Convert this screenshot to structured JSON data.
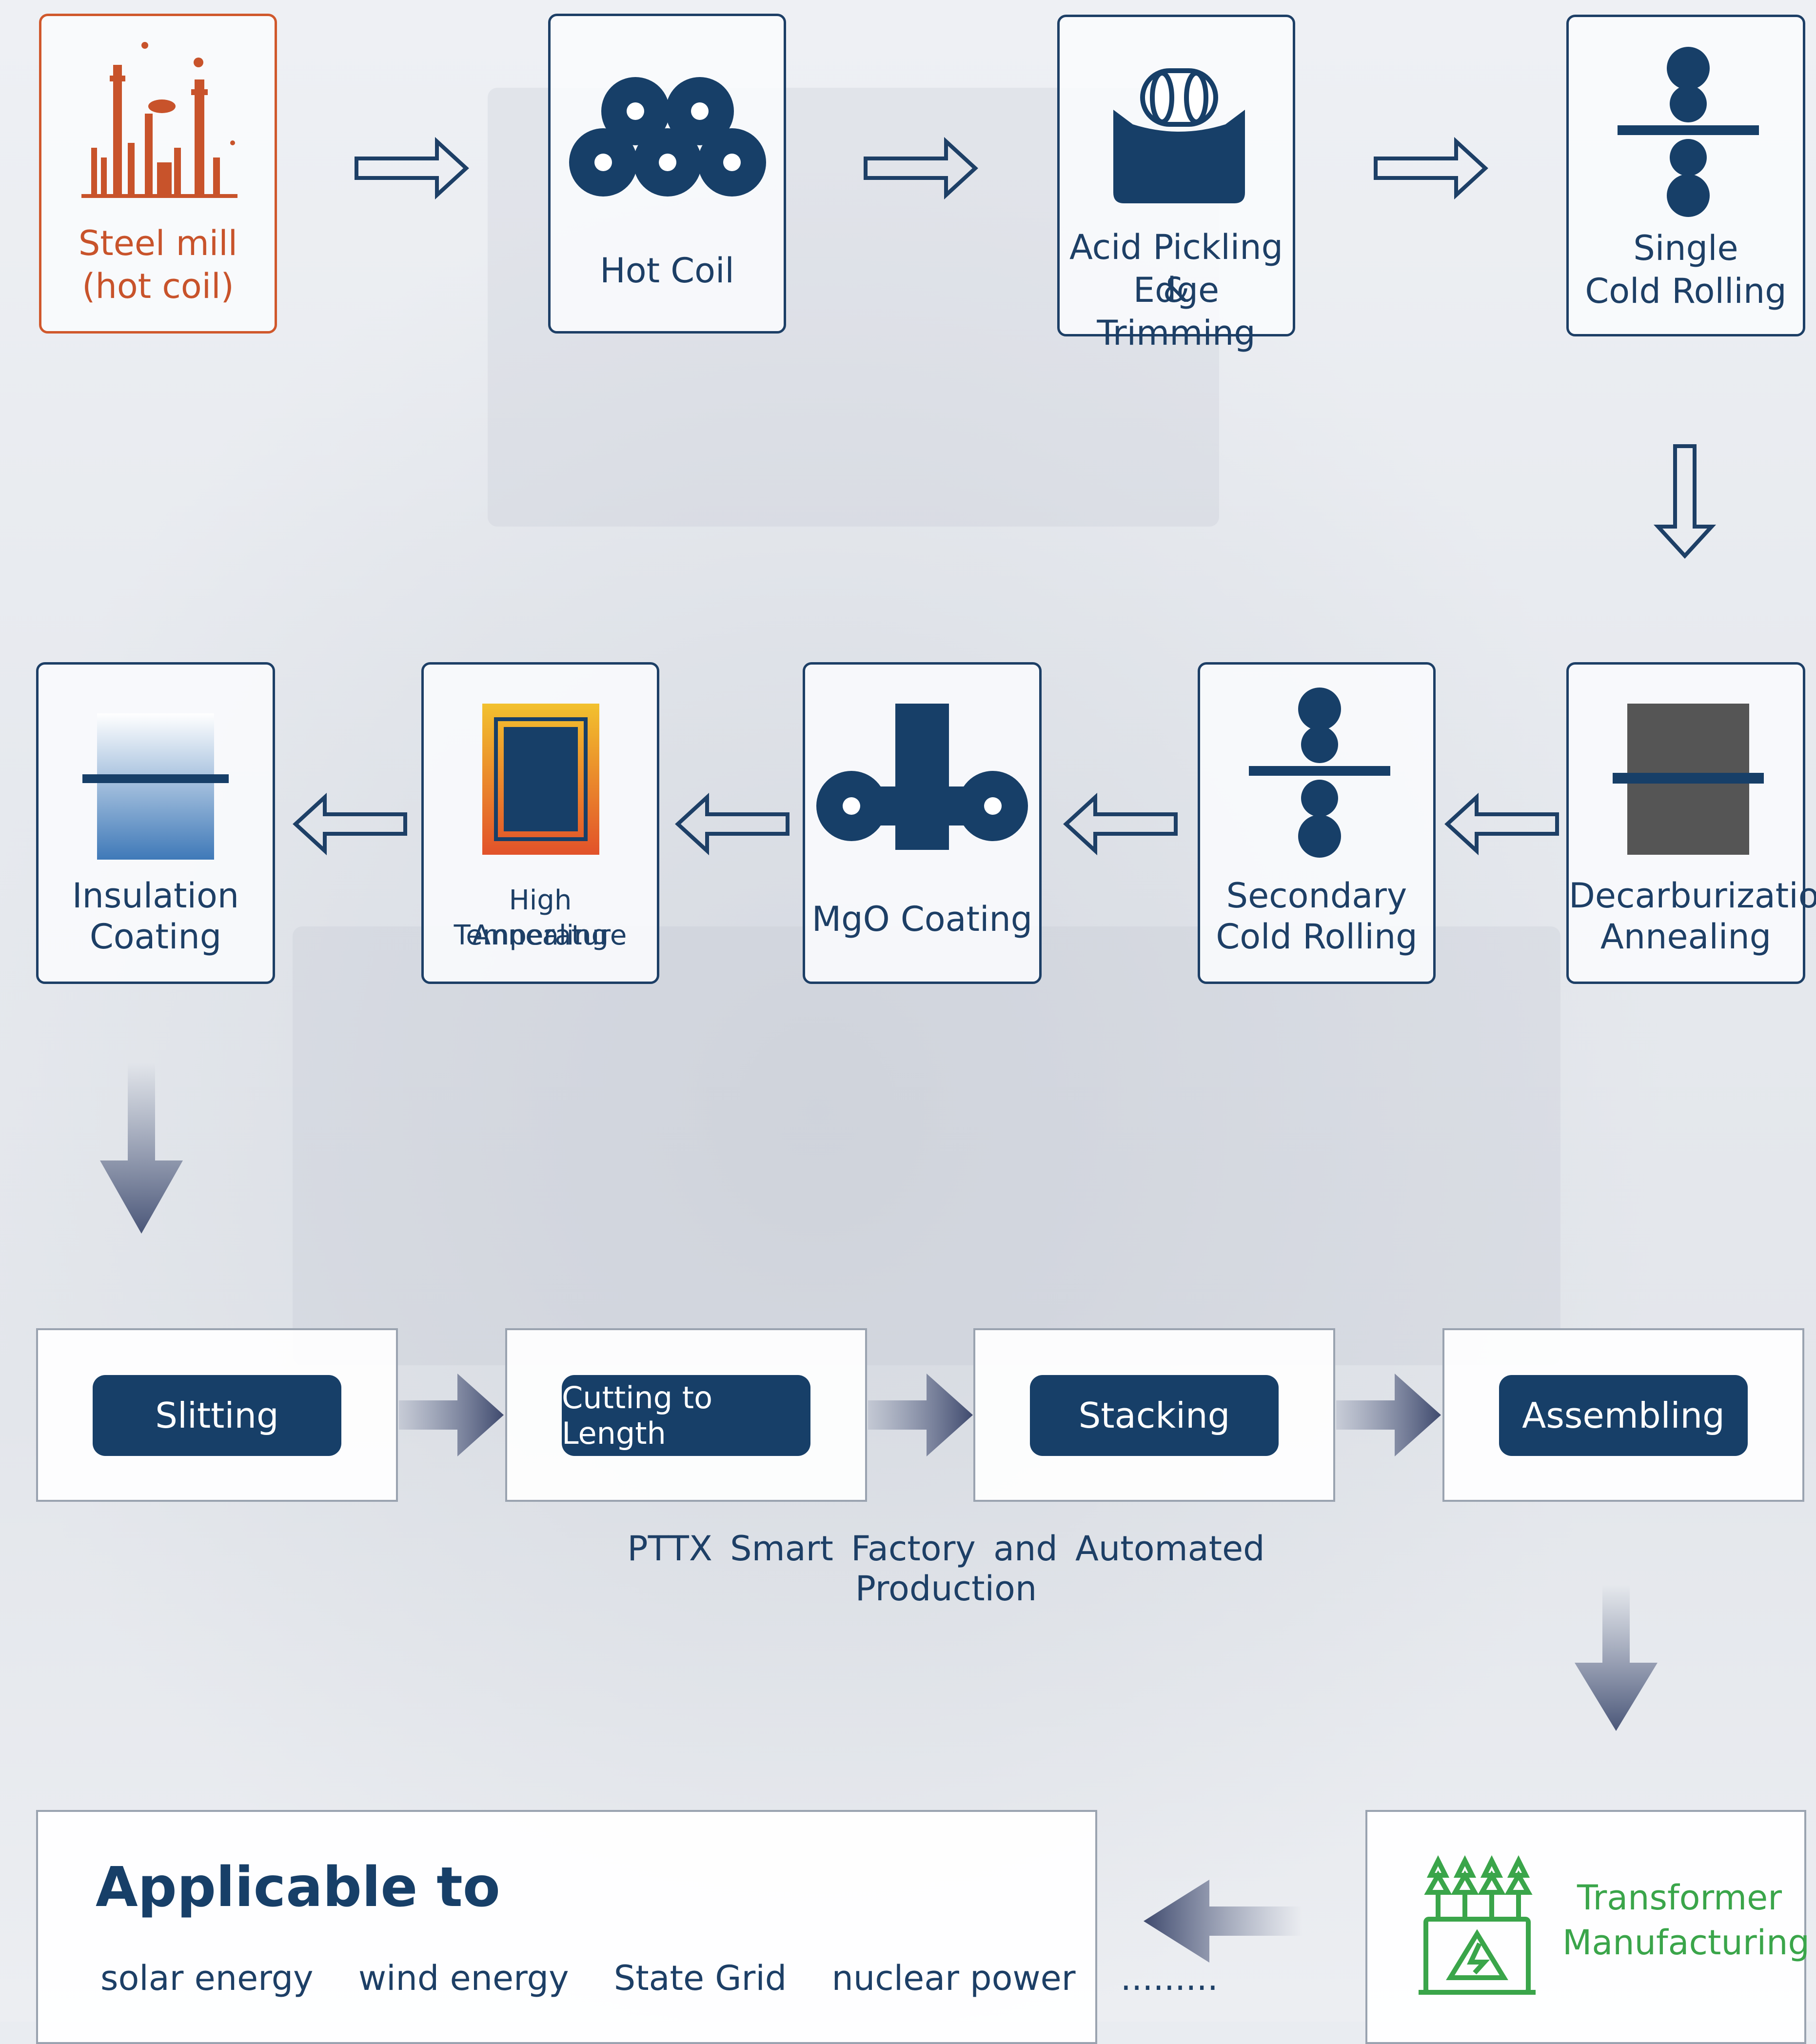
{
  "colors": {
    "navy": "#173f68",
    "orange": "#d0582c",
    "green": "#3aa54a"
  },
  "row1": [
    {
      "label_1": "Steel mill",
      "label_2": "(hot coil)",
      "icon": "steel-mill-icon"
    },
    {
      "label_1": "Hot Coil",
      "icon": "hot-coil-icon"
    },
    {
      "label_1": "Acid Pickling &",
      "label_2": "Edge Trimming",
      "icon": "acid-pickling-icon"
    },
    {
      "label_1": "Single",
      "label_2": "Cold Rolling",
      "icon": "cold-rolling-icon"
    }
  ],
  "row2": [
    {
      "label_1": "Insulation",
      "label_2": "Coating",
      "icon": "insulation-coating-icon"
    },
    {
      "label_1": "High Temperature",
      "label_2": "Annealing",
      "icon": "annealing-icon"
    },
    {
      "label_1": "MgO Coating",
      "icon": "mgo-coating-icon"
    },
    {
      "label_1": "Secondary",
      "label_2": "Cold Rolling",
      "icon": "secondary-rolling-icon"
    },
    {
      "label_1": "Decarburization",
      "label_2": "Annealing",
      "icon": "decarburization-icon"
    }
  ],
  "row3": [
    "Slitting",
    "Cutting to Length",
    "Stacking",
    "Assembling"
  ],
  "caption": "PTTX  Smart  Factory  and  Automated  Production",
  "applicable": {
    "title": "Applicable to",
    "items": [
      "solar energy",
      "wind energy",
      "State Grid",
      "nuclear power",
      "........."
    ]
  },
  "transformer": {
    "label_1": "Transformer",
    "label_2": "Manufacturing",
    "icon": "transformer-icon"
  }
}
